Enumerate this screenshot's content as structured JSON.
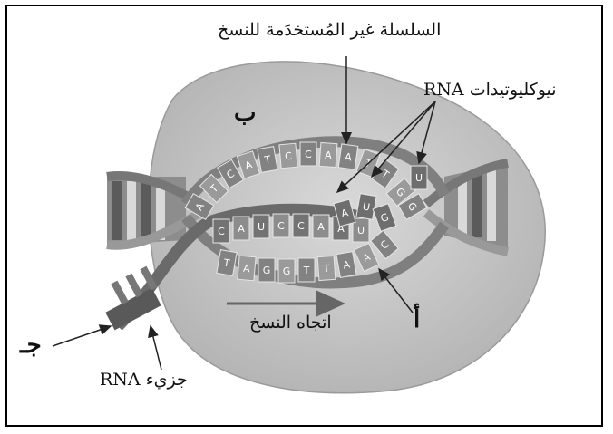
{
  "labels": {
    "non_template_strand": "السلسلة غير المُستخدَمة للنسخ",
    "rna_nucleotides": "نيوكليوتيدات RNA",
    "label_b": "ب",
    "label_a": "أ",
    "label_j": "جـ",
    "direction": "اتجاه النسخ",
    "rna_molecule": "جزيء RNA"
  },
  "sequences": {
    "top_strand": [
      "A",
      "T",
      "C",
      "A",
      "T",
      "C",
      "C",
      "A",
      "A",
      "T",
      "T",
      "G",
      "G"
    ],
    "middle_strand": [
      "C",
      "A",
      "U",
      "C",
      "C",
      "A",
      "A",
      "U"
    ],
    "bottom_strand": [
      "T",
      "A",
      "G",
      "G",
      "T",
      "T",
      "A",
      "A",
      "C"
    ],
    "free_nucleotides": [
      "A",
      "U",
      "G",
      "U"
    ]
  },
  "colors": {
    "bubble": "#bdbdbd",
    "strand_dark": "#7a7a7a",
    "strand_light": "#a9a9a9",
    "rna": "#666666"
  }
}
